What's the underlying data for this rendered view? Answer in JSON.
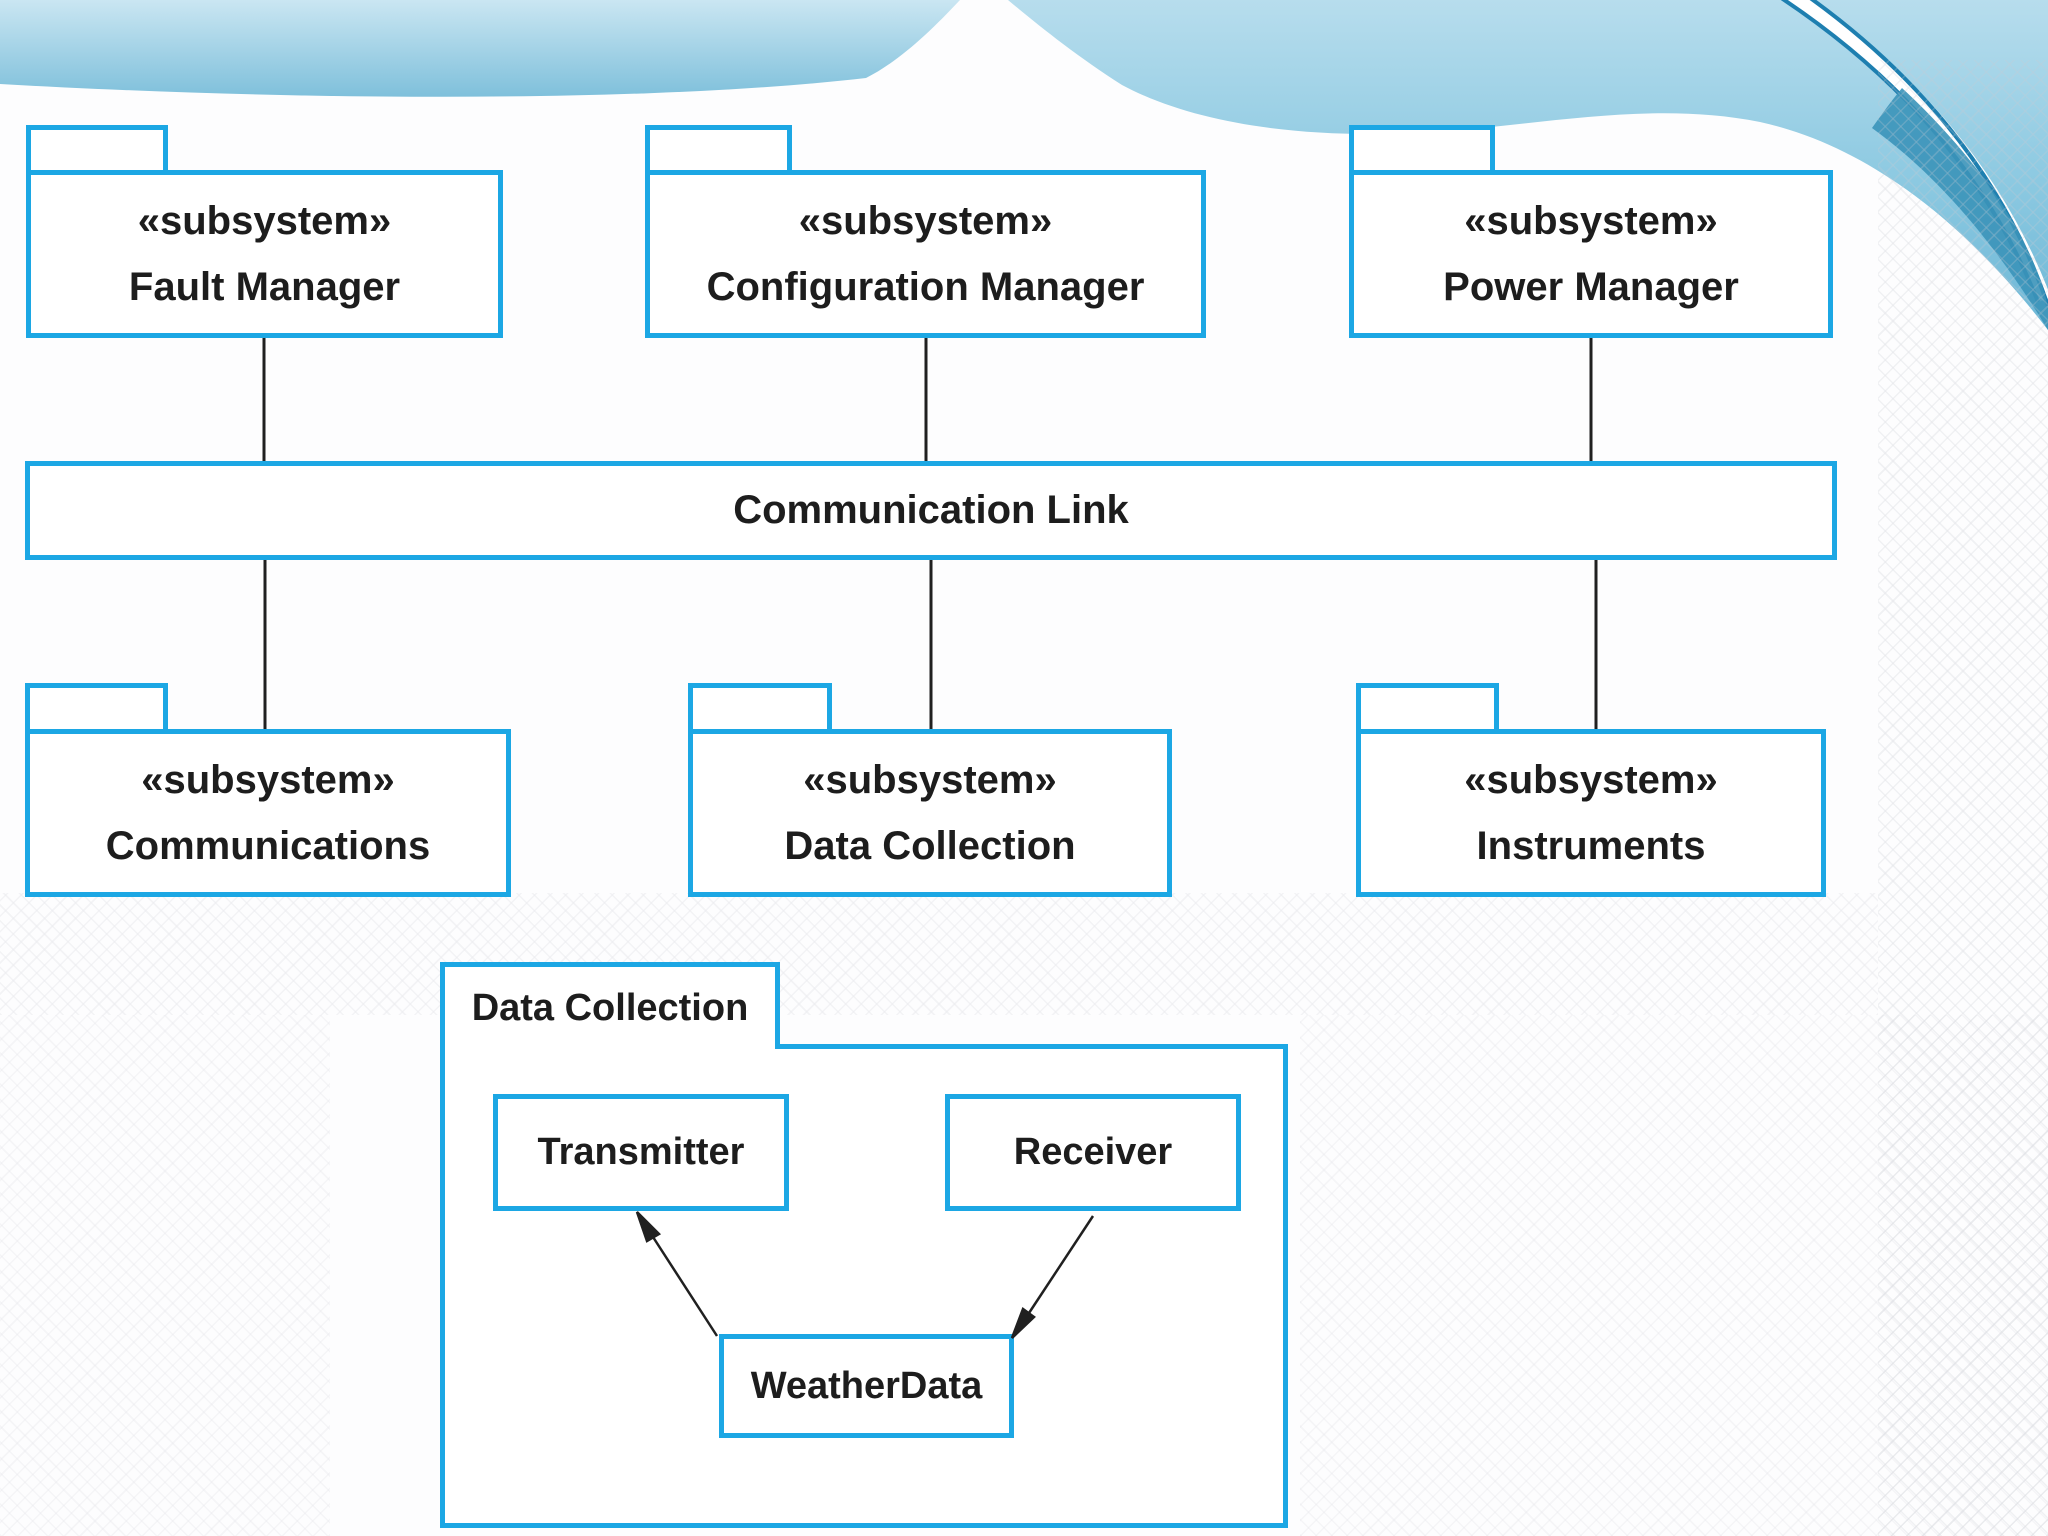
{
  "diagram": {
    "packages_top": [
      {
        "stereotype": "«subsystem»",
        "name": "Fault Manager"
      },
      {
        "stereotype": "«subsystem»",
        "name": "Configuration Manager"
      },
      {
        "stereotype": "«subsystem»",
        "name": "Power Manager"
      }
    ],
    "bus": {
      "label": "Communication Link"
    },
    "packages_bottom": [
      {
        "stereotype": "«subsystem»",
        "name": "Communications"
      },
      {
        "stereotype": "«subsystem»",
        "name": "Data Collection"
      },
      {
        "stereotype": "«subsystem»",
        "name": "Instruments"
      }
    ],
    "detail": {
      "title": "Data Collection",
      "transmitter": "Transmitter",
      "receiver": "Receiver",
      "weatherdata": "WeatherData"
    }
  },
  "colors": {
    "accent": "#1ca7e4",
    "connector": "#202020",
    "text": "#1d1d1d",
    "banner_light": "#cae6f2",
    "banner_base": "#7fc0db",
    "banner_mass_light": "#b7dded",
    "banner_mass_base": "#6db7d6",
    "banner_dark_line": "#1e7fb0",
    "banner_teal_wedge": "#3b93b9"
  }
}
